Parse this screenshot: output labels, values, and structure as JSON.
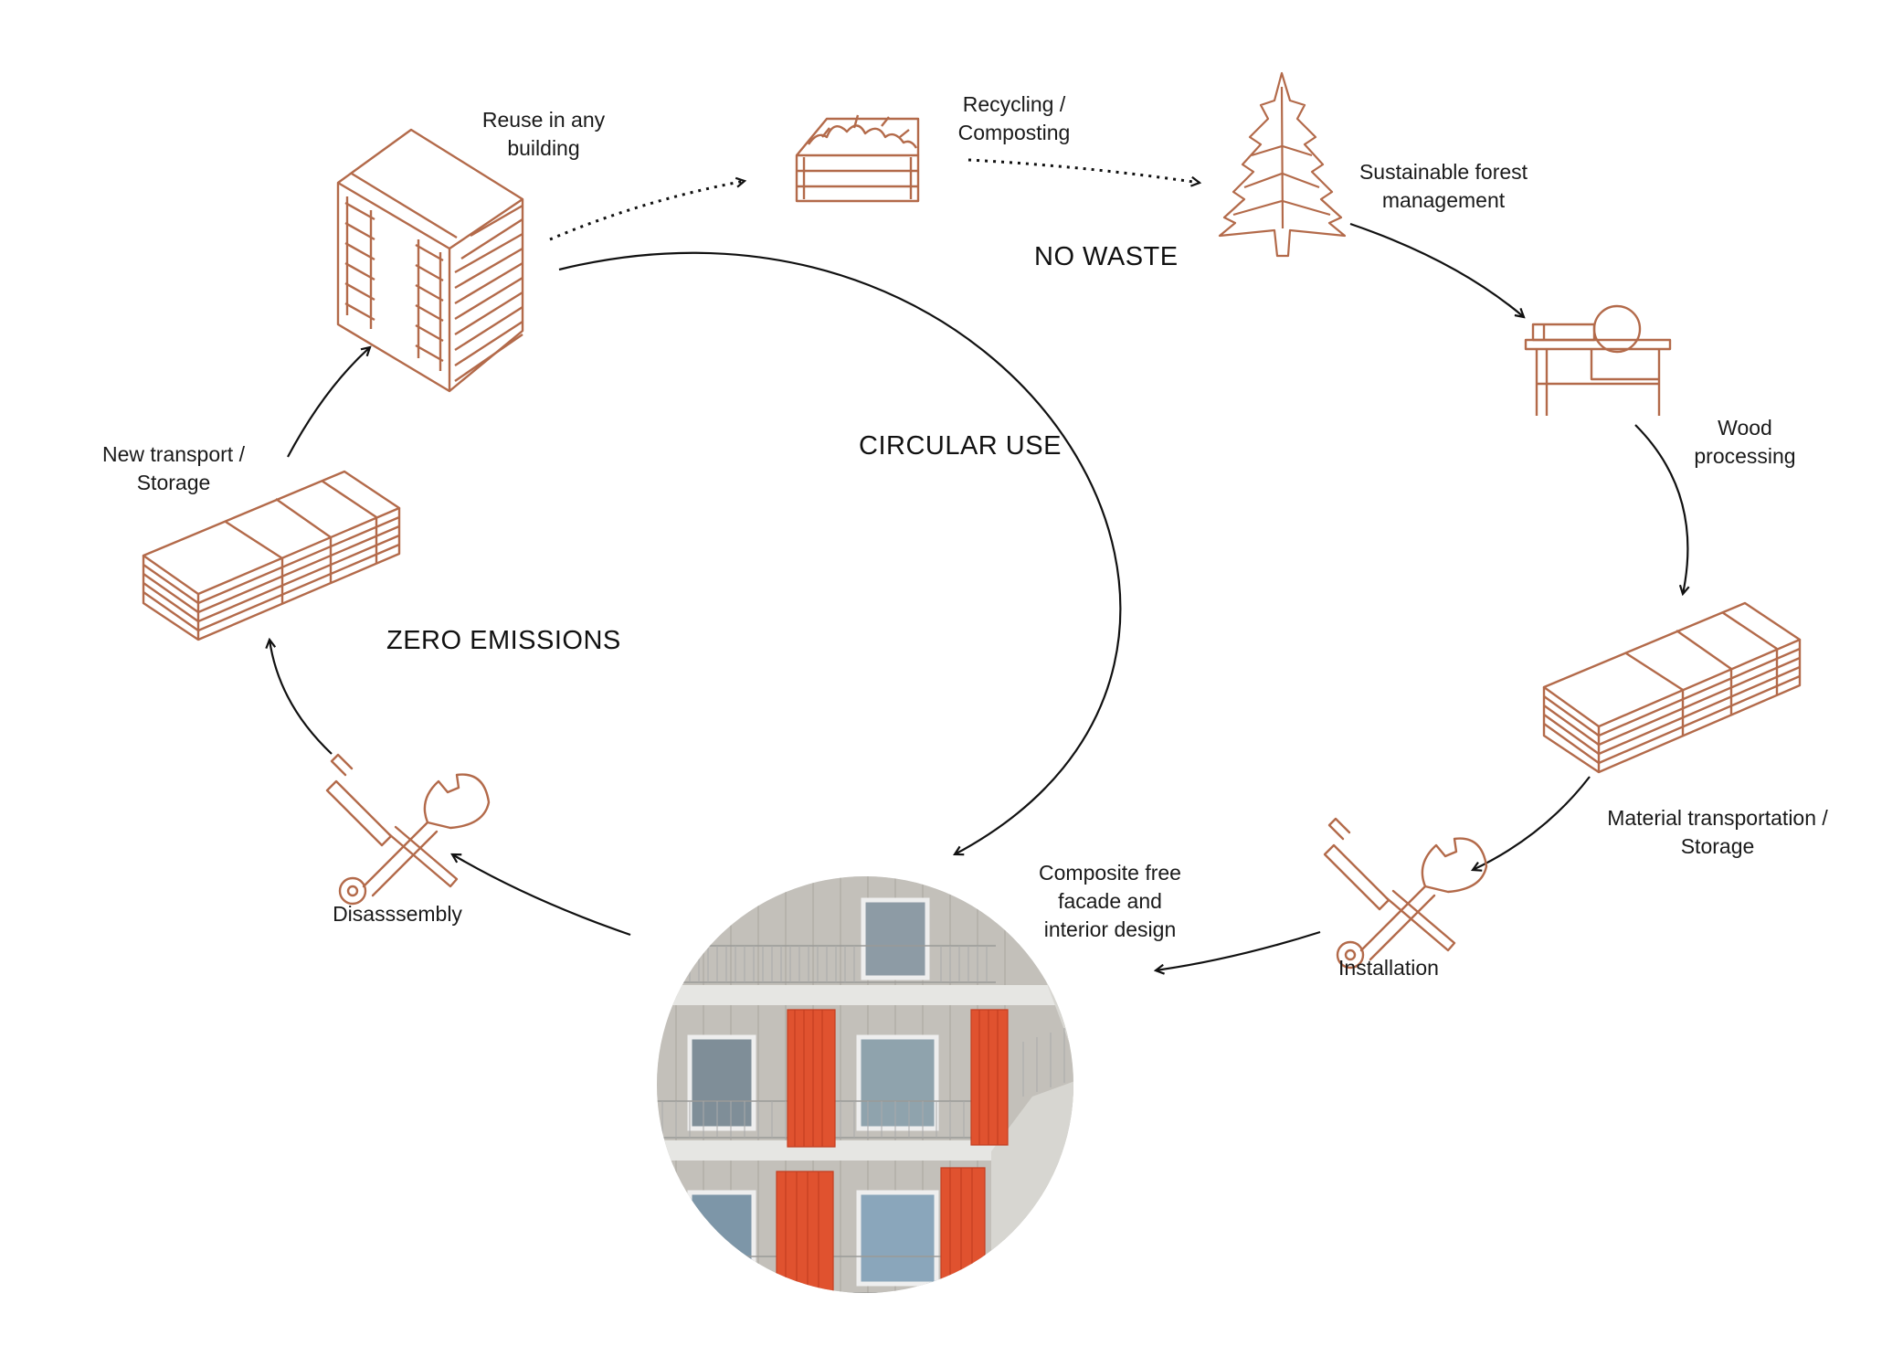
{
  "concepts": {
    "no_waste": "NO WASTE",
    "circular_use": "CIRCULAR USE",
    "zero_emissions": "ZERO EMISSIONS"
  },
  "steps": {
    "reuse": [
      "Reuse in any",
      "building"
    ],
    "recycling": [
      "Recycling /",
      "Composting"
    ],
    "forest": [
      "Sustainable forest",
      "management"
    ],
    "processing": [
      "Wood",
      "processing"
    ],
    "transport": [
      "Material transportation /",
      "Storage"
    ],
    "installation": [
      "Installation"
    ],
    "facade": [
      "Composite free",
      "facade and",
      "interior design"
    ],
    "disassembly": [
      "Disasssembly"
    ],
    "new_transport": [
      "New transport /",
      "Storage"
    ]
  },
  "colors": {
    "icon": "#b36a4a",
    "arrow": "#111111",
    "curtain": "#e0522f"
  }
}
